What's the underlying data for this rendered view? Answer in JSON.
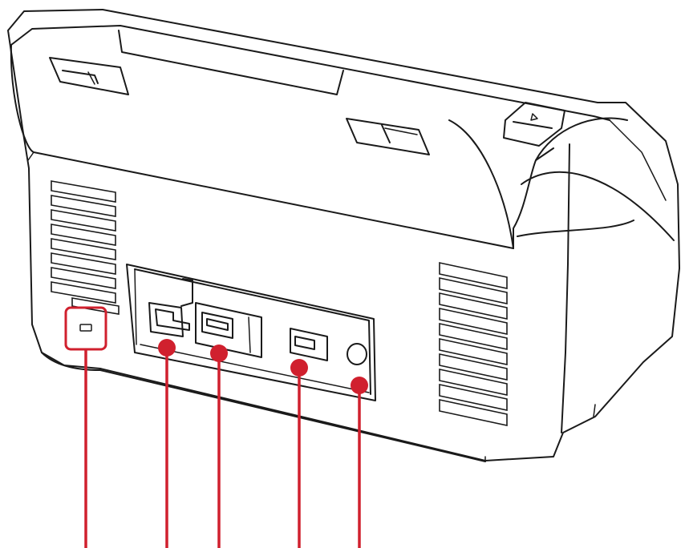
{
  "diagram": {
    "accent_color": "#d0202e",
    "outline_color": "#1a1a1a",
    "background_color": "#ffffff",
    "callouts": [
      {
        "id": "security-slot",
        "marker": "box"
      },
      {
        "id": "port-a",
        "marker": "dot"
      },
      {
        "id": "port-b",
        "marker": "dot"
      },
      {
        "id": "port-c",
        "marker": "dot"
      },
      {
        "id": "power-jack",
        "marker": "dot"
      }
    ]
  }
}
